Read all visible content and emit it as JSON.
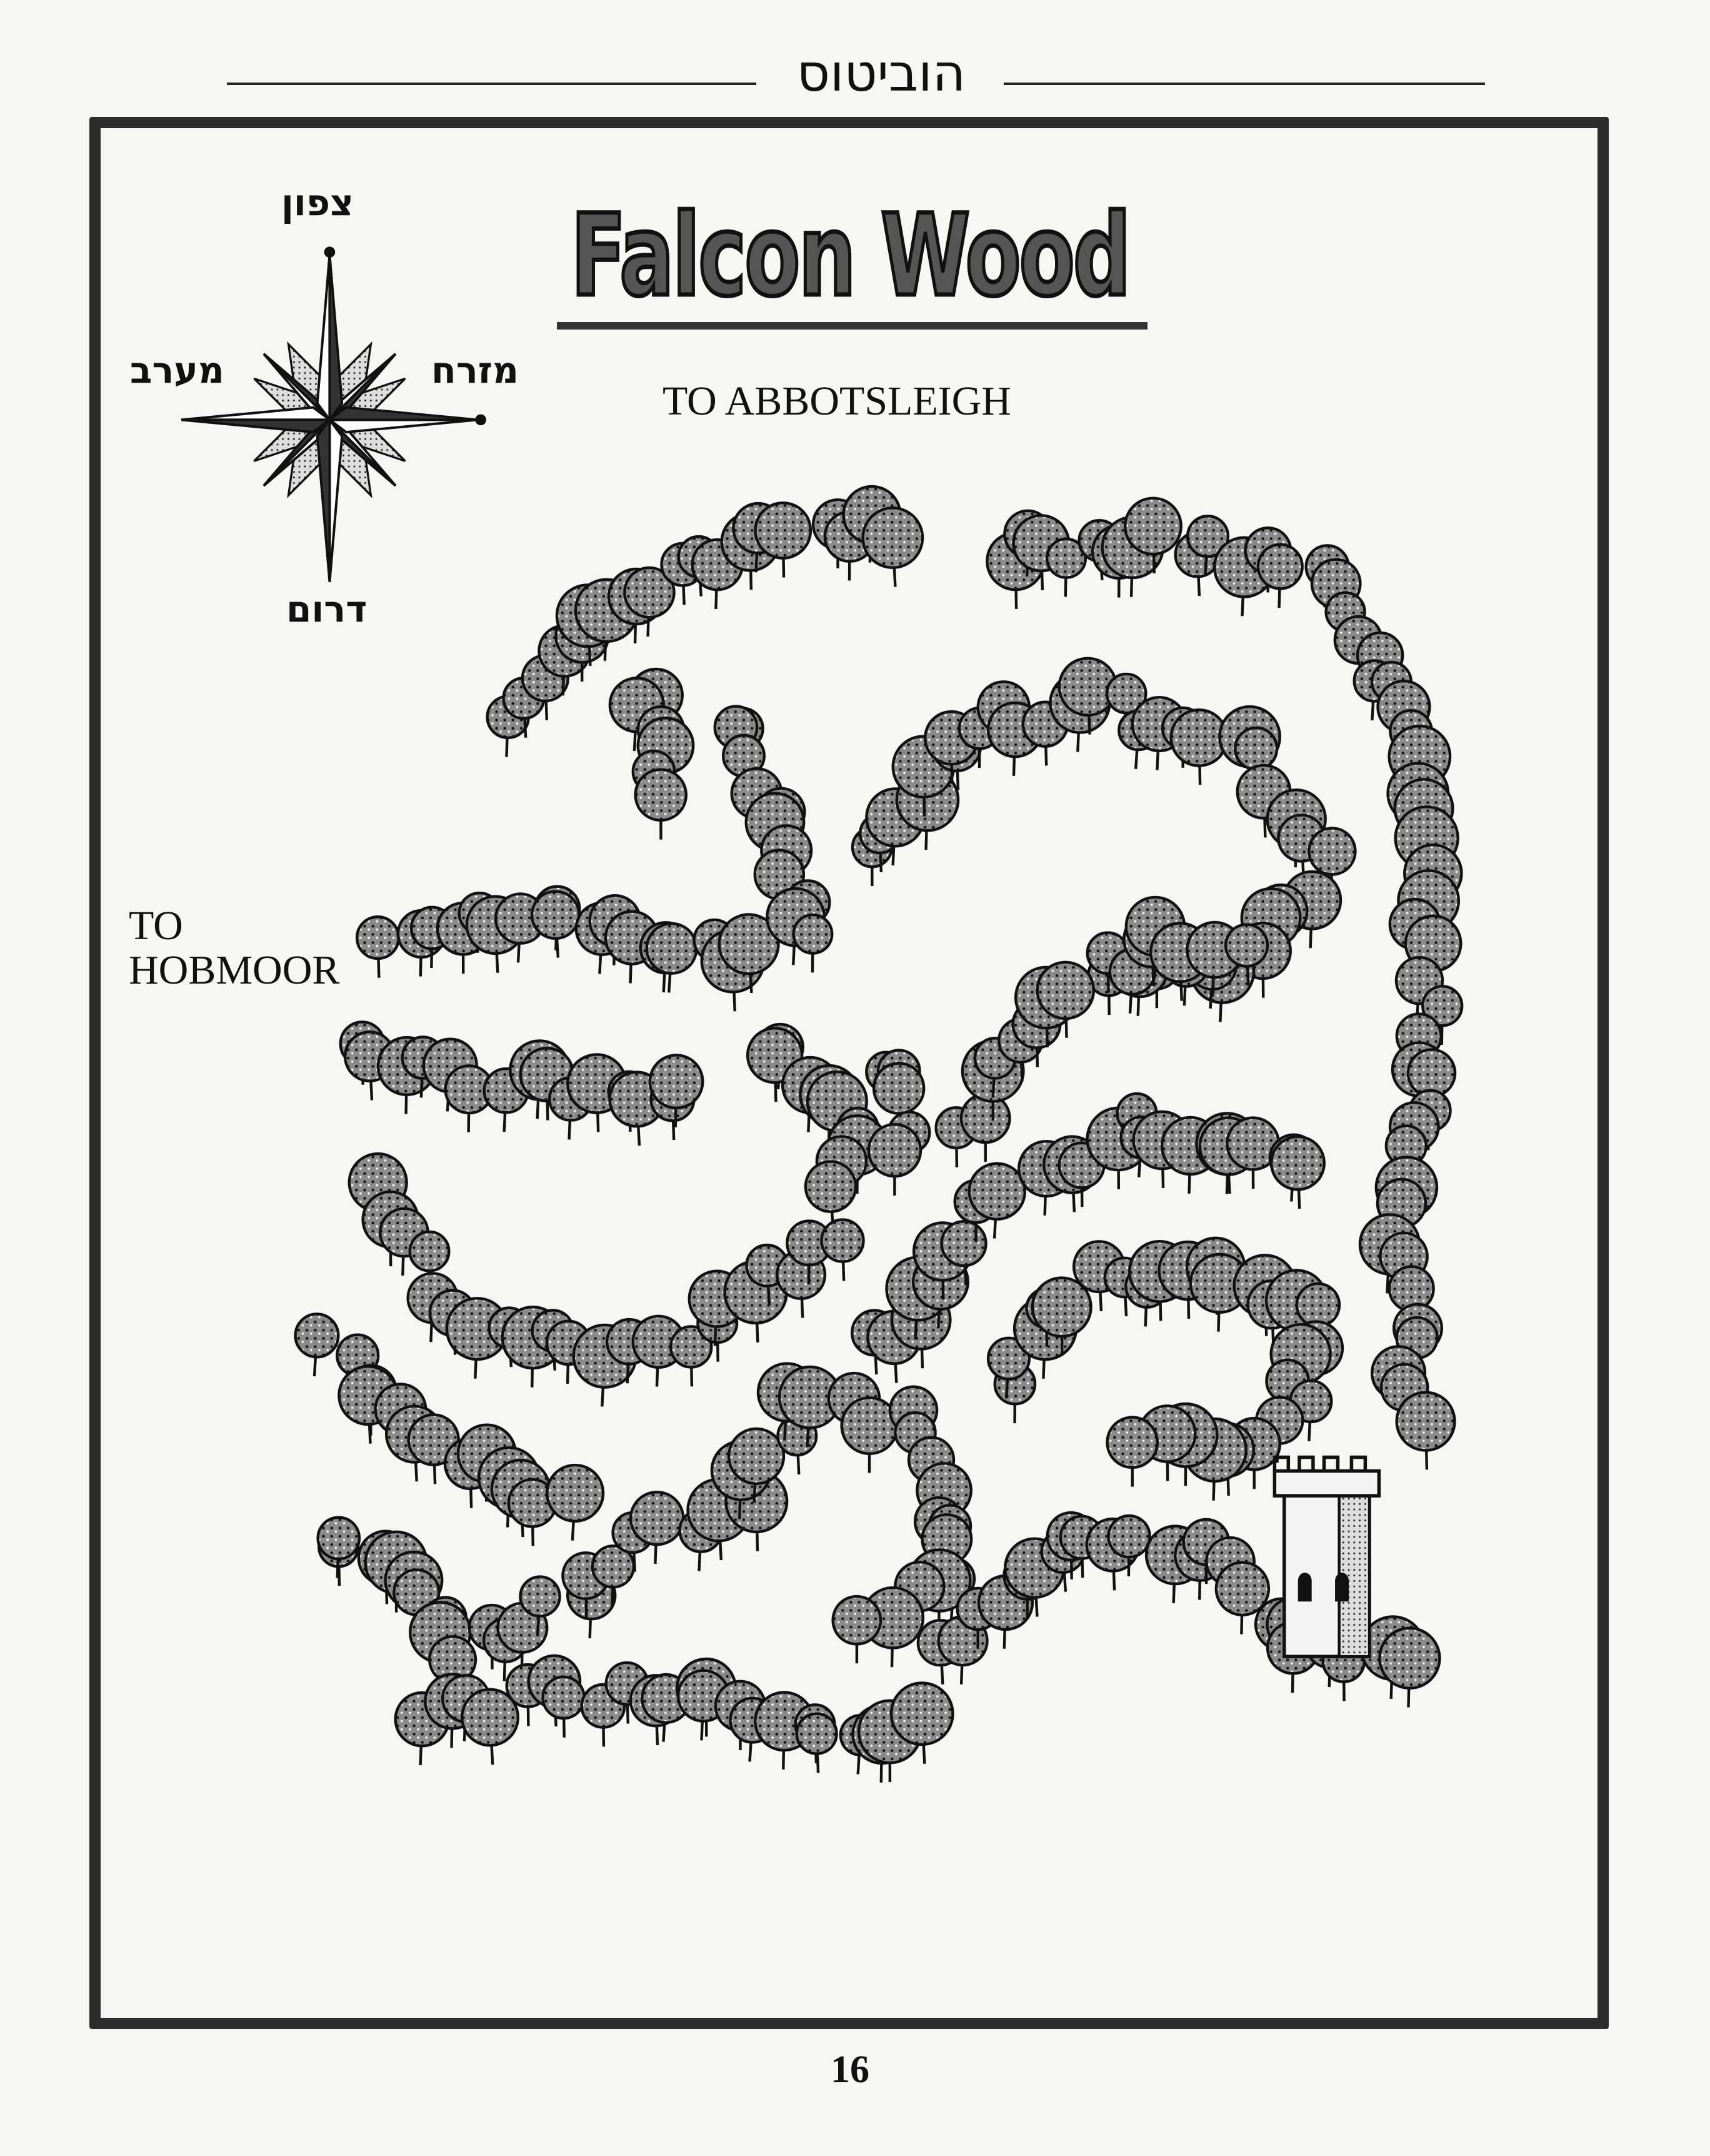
{
  "header": {
    "running_title": "הוביטוס"
  },
  "map": {
    "title": "Falcon Wood",
    "exits": {
      "north": "TO ABBOTSLEIGH",
      "west_line1": "TO",
      "west_line2": "HOBMOOR"
    },
    "compass": {
      "north": "צפון",
      "south": "דרום",
      "east": "מזרח",
      "west": "מערב"
    },
    "colors": {
      "ink": "#111111",
      "paper": "#f6f6f4",
      "foliage": "#6e6e6e"
    }
  },
  "footer": {
    "page_number": "16"
  }
}
